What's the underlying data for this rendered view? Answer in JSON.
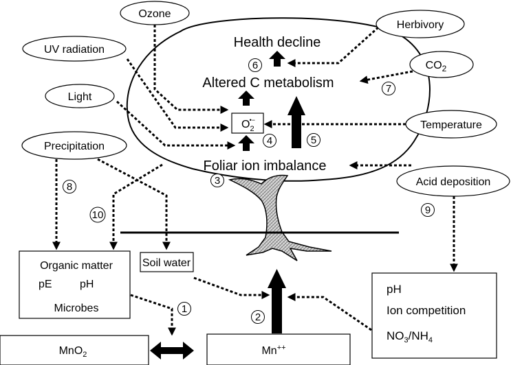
{
  "external_factors": {
    "ozone": "Ozone",
    "uv_radiation": "UV radiation",
    "light": "Light",
    "precipitation": "Precipitation",
    "herbivory": "Herbivory",
    "co2": "CO",
    "co2_sub": "2",
    "temperature": "Temperature",
    "acid_deposition": "Acid deposition"
  },
  "tree": {
    "health_decline": "Health decline",
    "altered_c_metabolism": "Altered C metabolism",
    "superoxide_base": "O",
    "superoxide_sub": "2",
    "superoxide_sup": "•−",
    "foliar_ion_imbalance": "Foliar ion imbalance"
  },
  "soil": {
    "organic_matter": "Organic matter",
    "pe": "pE",
    "ph": "pH",
    "microbes": "Microbes",
    "soil_water": "Soil water",
    "mno2_base": "MnO",
    "mno2_sub": "2",
    "mn_base": "Mn",
    "mn_sup": "++",
    "acid_ph": "pH",
    "ion_competition": "Ion competition",
    "no3_base": "NO",
    "no3_sub": "3",
    "nh4_base": "/NH",
    "nh4_sub": "4"
  },
  "steps": [
    "1",
    "2",
    "3",
    "4",
    "5",
    "6",
    "7",
    "8",
    "9",
    "10"
  ]
}
